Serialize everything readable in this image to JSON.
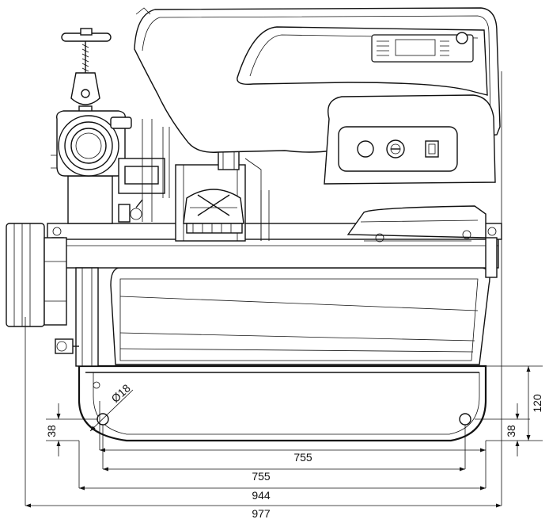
{
  "dimensions": {
    "inner_width": "755",
    "hole_spacing": "755",
    "frame_width": "944",
    "overall_width": "977",
    "base_height": "120",
    "hole_offset_left": "38",
    "hole_offset_right": "38",
    "hole_diameter": "Ø18"
  }
}
